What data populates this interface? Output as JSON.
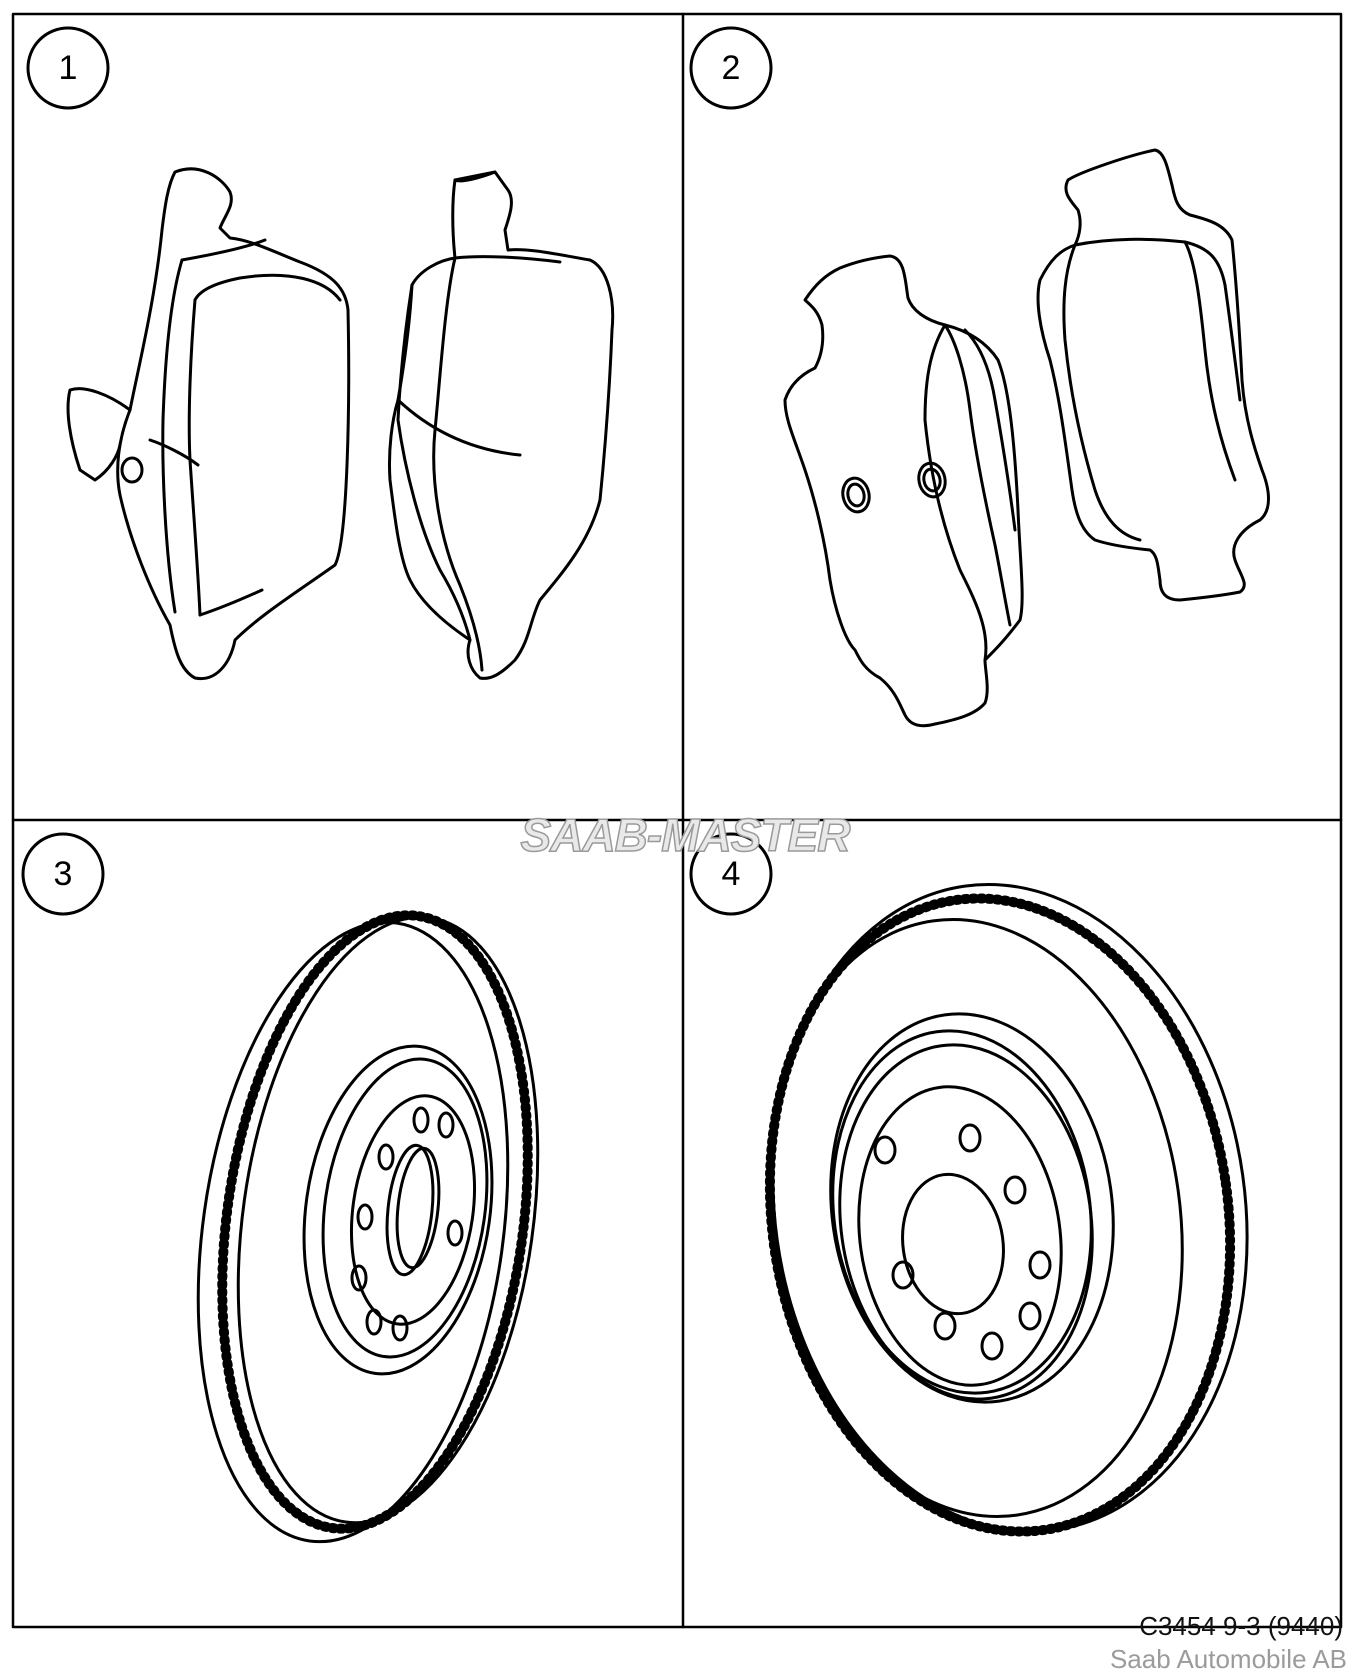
{
  "panels": [
    {
      "number": "1",
      "subject": "front brake pads"
    },
    {
      "number": "2",
      "subject": "rear brake pads"
    },
    {
      "number": "3",
      "subject": "front brake disc"
    },
    {
      "number": "4",
      "subject": "rear brake disc"
    }
  ],
  "watermark": "SAAB-MASTER",
  "caption": "C3454 9-3 (9440)",
  "copyright": "Saab Automobile AB"
}
